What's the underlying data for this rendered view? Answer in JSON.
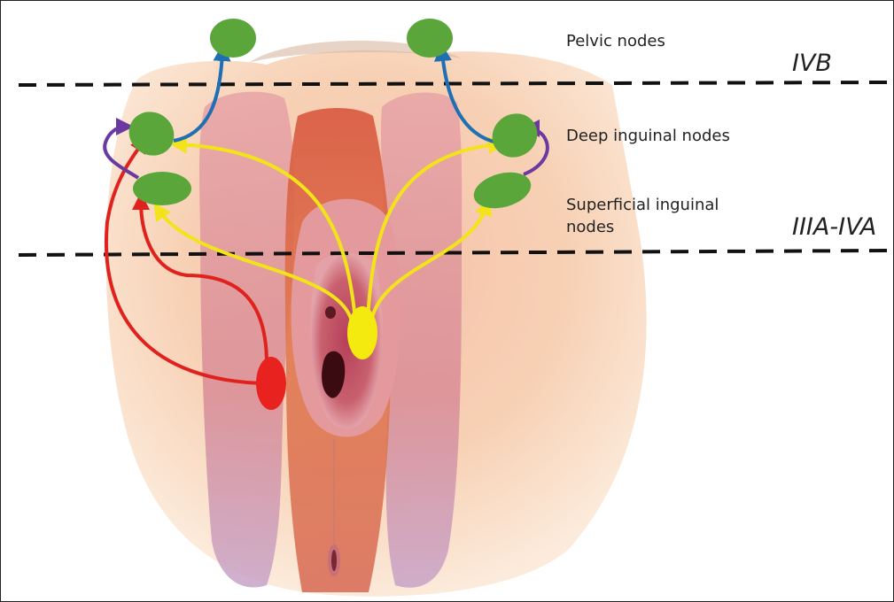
{
  "labels": {
    "pelvic_nodes": "Pelvic nodes",
    "deep_inguinal_nodes": "Deep inguinal nodes",
    "superficial_inguinal_nodes": "Superficial inguinal nodes"
  },
  "stages": {
    "upper": "IVB",
    "lower": "IIIA-IVA"
  },
  "colors": {
    "lymph_node": "#5aa63a",
    "midline_tumor": "#f5ea10",
    "lateral_tumor": "#e8221f",
    "path_midline": "#f2e31a",
    "path_lateral": "#e0221f",
    "path_to_pelvic": "#1f6fb5",
    "path_superficial_to_deep": "#6a3aa0",
    "boundary_line": "#111111",
    "skin": "#f3c7a6",
    "labia": "#d98a8a",
    "vestibule": "#c05060"
  }
}
